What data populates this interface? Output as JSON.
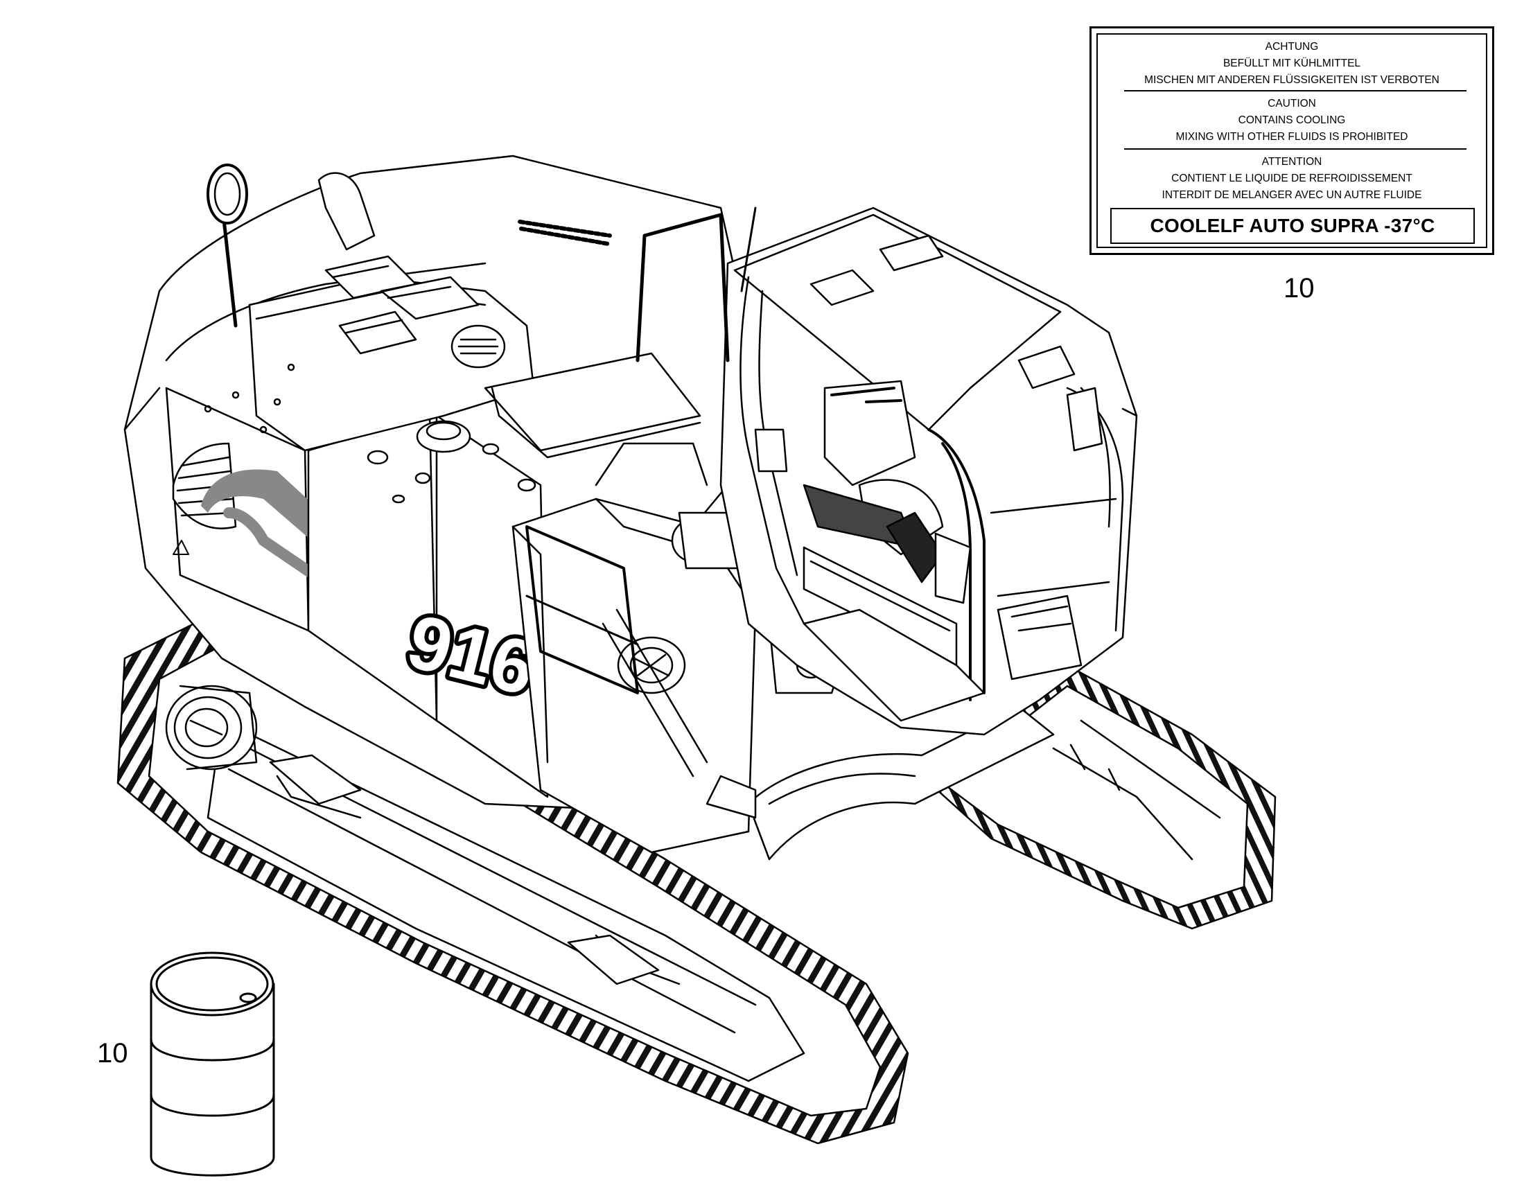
{
  "label": {
    "de": [
      "ACHTUNG",
      "BEFÜLLT MIT KÜHLMITTEL",
      "MISCHEN MIT ANDEREN FLÜSSIGKEITEN IST VERBOTEN"
    ],
    "en": [
      "CAUTION",
      "CONTAINS COOLING",
      "MIXING WITH OTHER FLUIDS IS PROHIBITED"
    ],
    "fr": [
      "ATTENTION",
      "CONTIENT LE LIQUIDE DE REFROIDISSEMENT",
      "INTERDIT DE MELANGER AVEC UN AUTRE FLUIDE"
    ],
    "product": "COOLELF AUTO SUPRA -37°C"
  },
  "callouts": {
    "label_ref": "10",
    "drum_ref": "10"
  },
  "machine": {
    "model_number": "916"
  },
  "icons": [
    "warning-triangle-icon",
    "oil-drum-icon"
  ]
}
